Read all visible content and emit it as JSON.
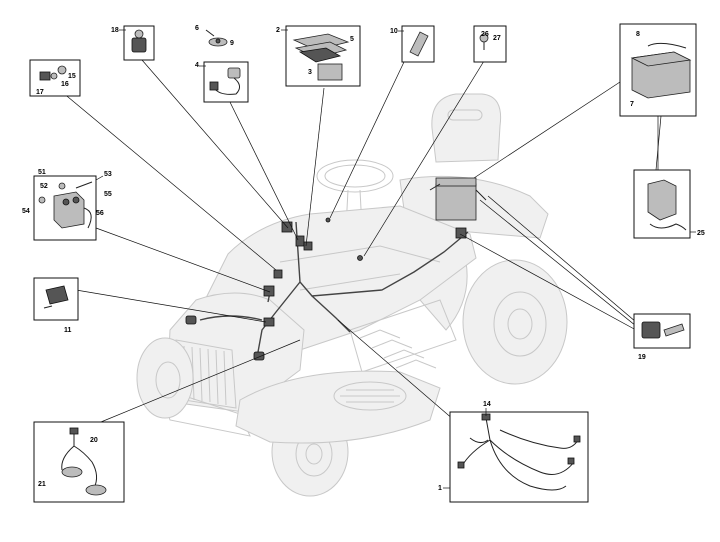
{
  "callouts": {
    "c1": "1",
    "c3": "3",
    "c2": "2",
    "c5": "5",
    "c6": "6",
    "c9": "9",
    "c4": "4",
    "c7": "7",
    "c8": "8",
    "c10": "10",
    "c11": "11",
    "c14": "14",
    "c15": "15",
    "c16": "16",
    "c17": "17",
    "c18": "18",
    "c19": "19",
    "c20": "20",
    "c21": "21",
    "c25": "25",
    "c26": "26",
    "c27": "27",
    "c51": "51",
    "c52": "52",
    "c53": "53",
    "c54": "54",
    "c55": "55",
    "c56": "56"
  },
  "icons": {
    "tractor": "tractor-illustration",
    "harness": "wiring-harness-icon",
    "battery": "battery-icon",
    "switch": "switch-icon",
    "relay": "relay-icon",
    "lamp": "lamp-icon"
  }
}
